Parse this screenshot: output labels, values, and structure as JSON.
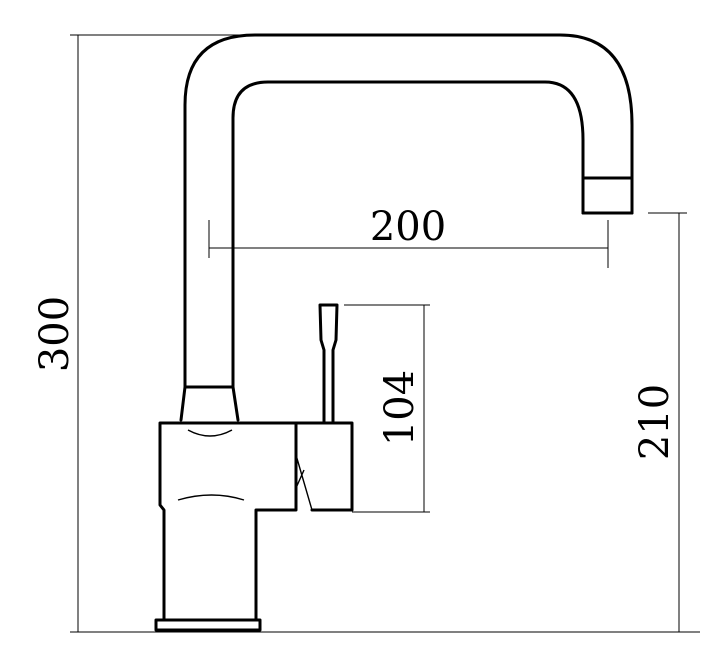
{
  "dimensions": {
    "total_height": "300",
    "spout_reach": "200",
    "lever_height": "104",
    "spout_height": "210"
  }
}
